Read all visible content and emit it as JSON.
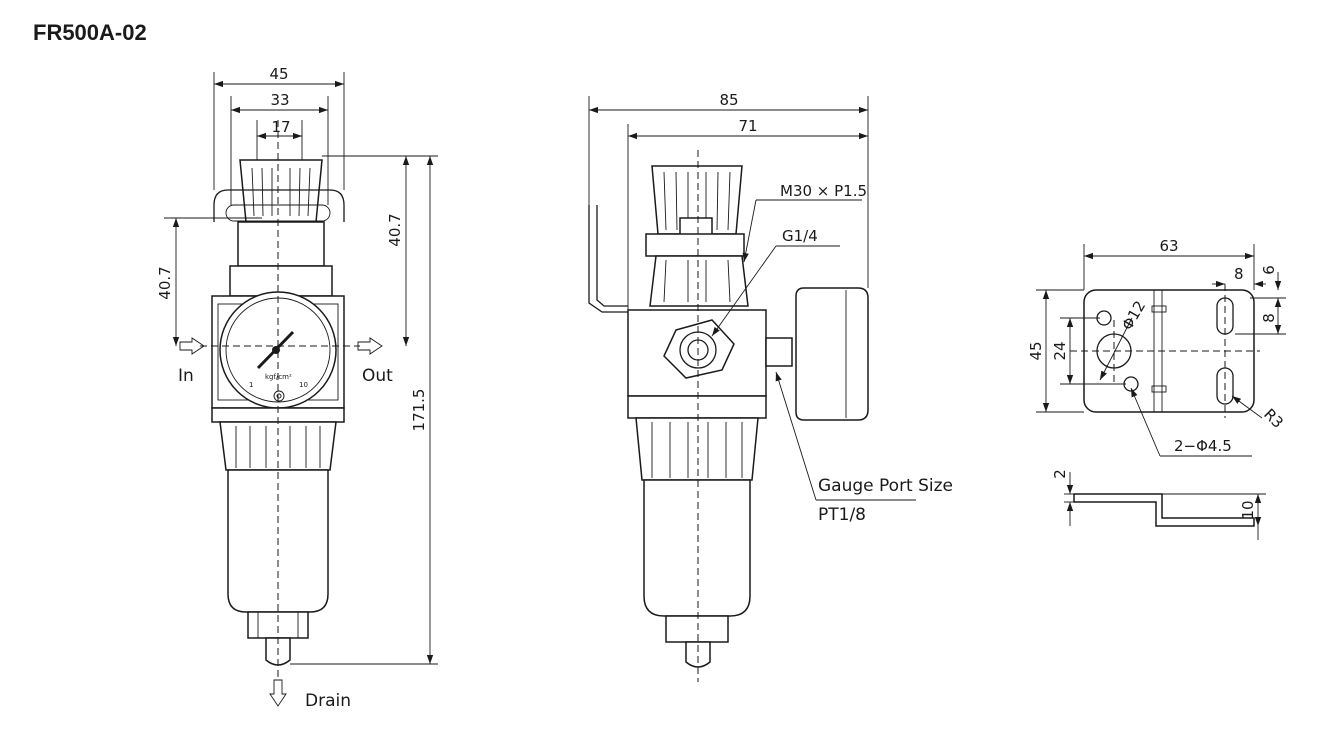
{
  "title": "FR500A-02",
  "front_view": {
    "dimensions": {
      "overall_width": "45",
      "body_width": "33",
      "knob_width": "17",
      "top_to_port_left": "40.7",
      "top_to_port_right": "40.7",
      "overall_height": "171.5"
    },
    "port_labels": {
      "inlet": "In",
      "outlet": "Out",
      "drain": "Drain"
    },
    "gauge": {
      "unit": "kgf/cm²",
      "scale_min": "1",
      "scale_max": "10"
    }
  },
  "side_view": {
    "dimensions": {
      "overall_depth": "85",
      "body_depth": "71"
    },
    "callouts": {
      "thread": "M30 × P1.5",
      "port": "G1/4",
      "gauge_port_line1": "Gauge Port Size",
      "gauge_port_line2": "PT1/8"
    }
  },
  "bracket": {
    "dimensions": {
      "width": "63",
      "slot_offset": "8",
      "slot_width": "6",
      "slot_length": "8",
      "height": "45",
      "hole_spacing": "24",
      "center_hole": "Φ12",
      "slot_radius": "R3",
      "mount_holes": "2−Φ4.5",
      "thickness": "2",
      "offset_height": "10"
    }
  },
  "icons": [
    "arrow-right-icon",
    "arrow-down-icon"
  ]
}
